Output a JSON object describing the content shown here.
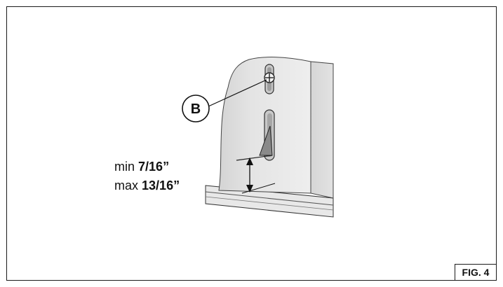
{
  "callout": {
    "letter": "B"
  },
  "dimension": {
    "min_prefix": "min",
    "min_value": "7/16”",
    "max_prefix": "max",
    "max_value": "13/16”"
  },
  "figure": {
    "label": "FIG. 4"
  },
  "colors": {
    "panel_face": "#e6e6e6",
    "panel_side": "#cdcdcd",
    "panel_shade": "#bdbdbd",
    "outline": "#1a1a1a"
  }
}
